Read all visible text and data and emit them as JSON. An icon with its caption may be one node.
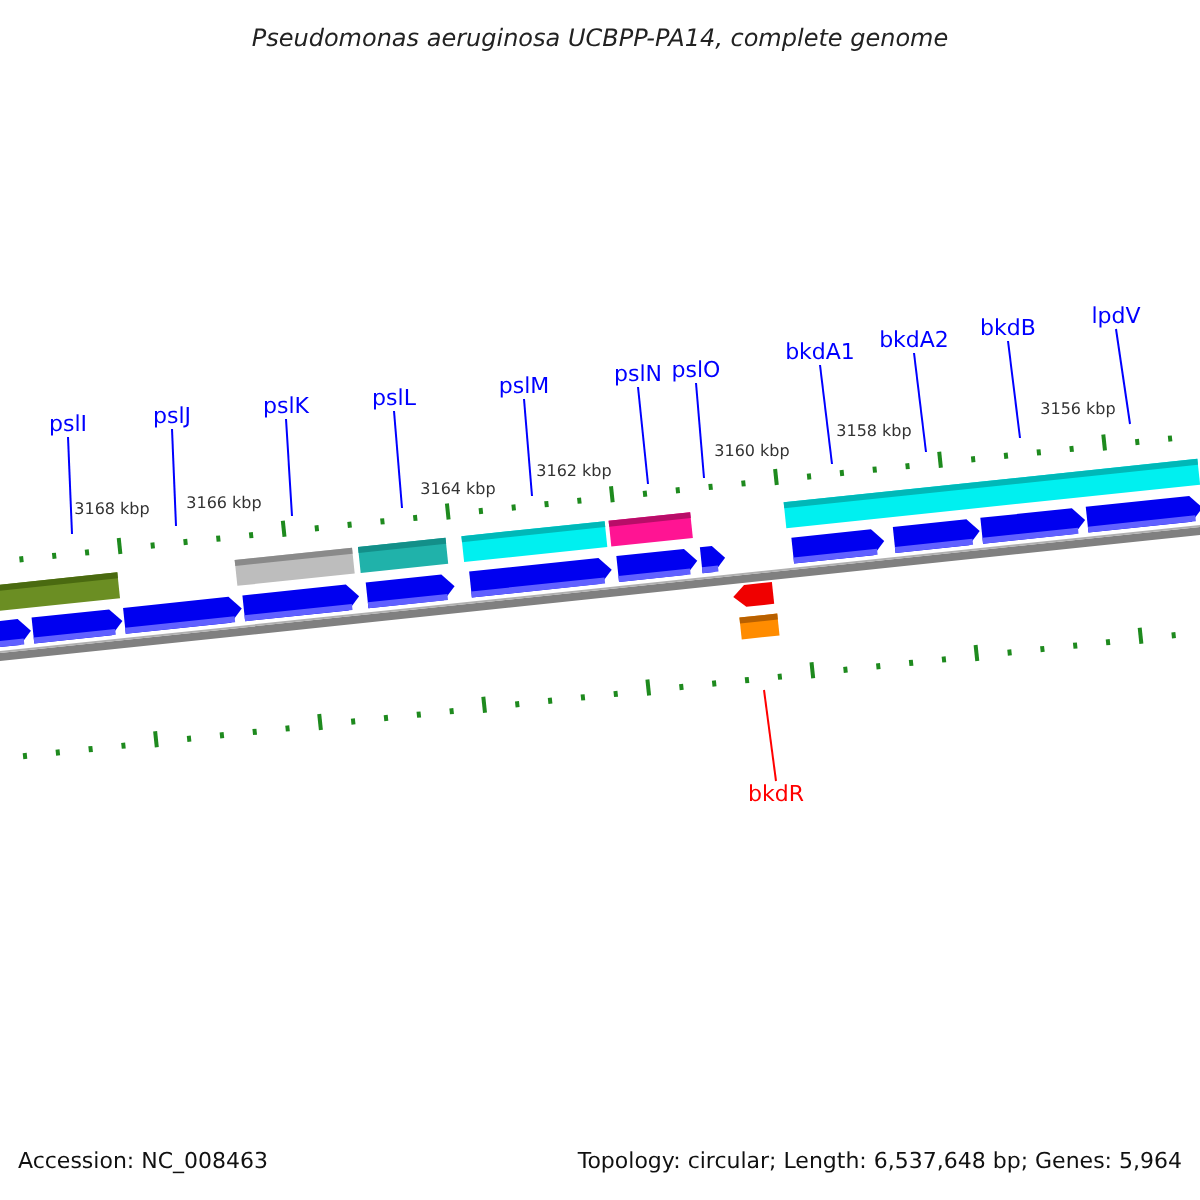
{
  "diagram": {
    "title": "Pseudomonas aeruginosa UCBPP-PA14, complete genome",
    "nodes": [
      {
        "text": [
          "pslI"
        ]
      },
      {
        "text": [
          "pslJ"
        ]
      },
      {
        "text": [
          "pslK"
        ]
      },
      {
        "text": [
          "pslL"
        ]
      },
      {
        "text": [
          "pslM"
        ]
      },
      {
        "text": [
          "pslN"
        ]
      },
      {
        "text": [
          "pslO"
        ]
      },
      {
        "text": [
          "bkdA1"
        ]
      },
      {
        "text": [
          "bkdA2"
        ]
      },
      {
        "text": [
          "bkdB"
        ]
      },
      {
        "text": [
          "lpdV"
        ]
      },
      {
        "text": [
          "bkdR"
        ]
      }
    ],
    "edges": [
      {
        "from": 0,
        "to": null,
        "arrow": "none"
      },
      {
        "from": 1,
        "to": null,
        "arrow": "none"
      },
      {
        "from": 2,
        "to": null,
        "arrow": "none"
      },
      {
        "from": 3,
        "to": null,
        "arrow": "none"
      },
      {
        "from": 4,
        "to": null,
        "arrow": "none"
      },
      {
        "from": 5,
        "to": null,
        "arrow": "none"
      },
      {
        "from": 6,
        "to": null,
        "arrow": "none"
      },
      {
        "from": 7,
        "to": null,
        "arrow": "none"
      },
      {
        "from": 8,
        "to": null,
        "arrow": "none"
      },
      {
        "from": 9,
        "to": null,
        "arrow": "none"
      },
      {
        "from": 10,
        "to": null,
        "arrow": "none"
      },
      {
        "from": 11,
        "to": null,
        "arrow": "none",
        "color": "#ff0000"
      }
    ],
    "labels": [
      "3168 kbp",
      "3166 kbp",
      "3164 kbp",
      "3162 kbp",
      "3160 kbp",
      "3158 kbp",
      "3156 kbp",
      "Accession: NC_008463",
      "Topology: circular; Length: 6,537,648 bp; Genes: 5,964"
    ]
  }
}
